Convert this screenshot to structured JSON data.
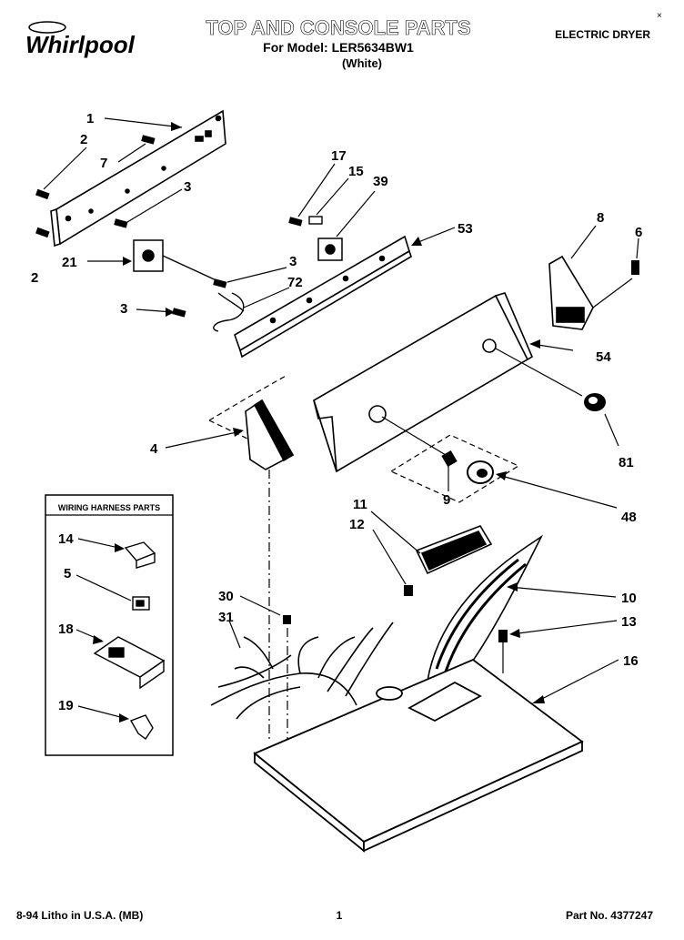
{
  "brand": "Whirlpool",
  "title": "TOP AND CONSOLE PARTS",
  "model_line": "For Model: LER5634BW1",
  "color_line": "(White)",
  "product": "ELECTRIC DRYER",
  "wiring_box_title": "WIRING HARNESS PARTS",
  "footer": {
    "litho": "8-94 Litho in U.S.A. (MB)",
    "page": "1",
    "part_no": "Part No. 4377247"
  },
  "callouts": {
    "c1": "1",
    "c2a": "2",
    "c2b": "2",
    "c7": "7",
    "c3a": "3",
    "c3b": "3",
    "c3c": "3",
    "c21": "21",
    "c72": "72",
    "c17": "17",
    "c15": "15",
    "c39": "39",
    "c53": "53",
    "c8": "8",
    "c6": "6",
    "c54": "54",
    "c81": "81",
    "c4": "4",
    "c9": "9",
    "c48": "48",
    "c11": "11",
    "c12": "12",
    "c10": "10",
    "c13": "13",
    "c16": "16",
    "c30": "30",
    "c31": "31",
    "c14": "14",
    "c5": "5",
    "c18": "18",
    "c19": "19"
  }
}
